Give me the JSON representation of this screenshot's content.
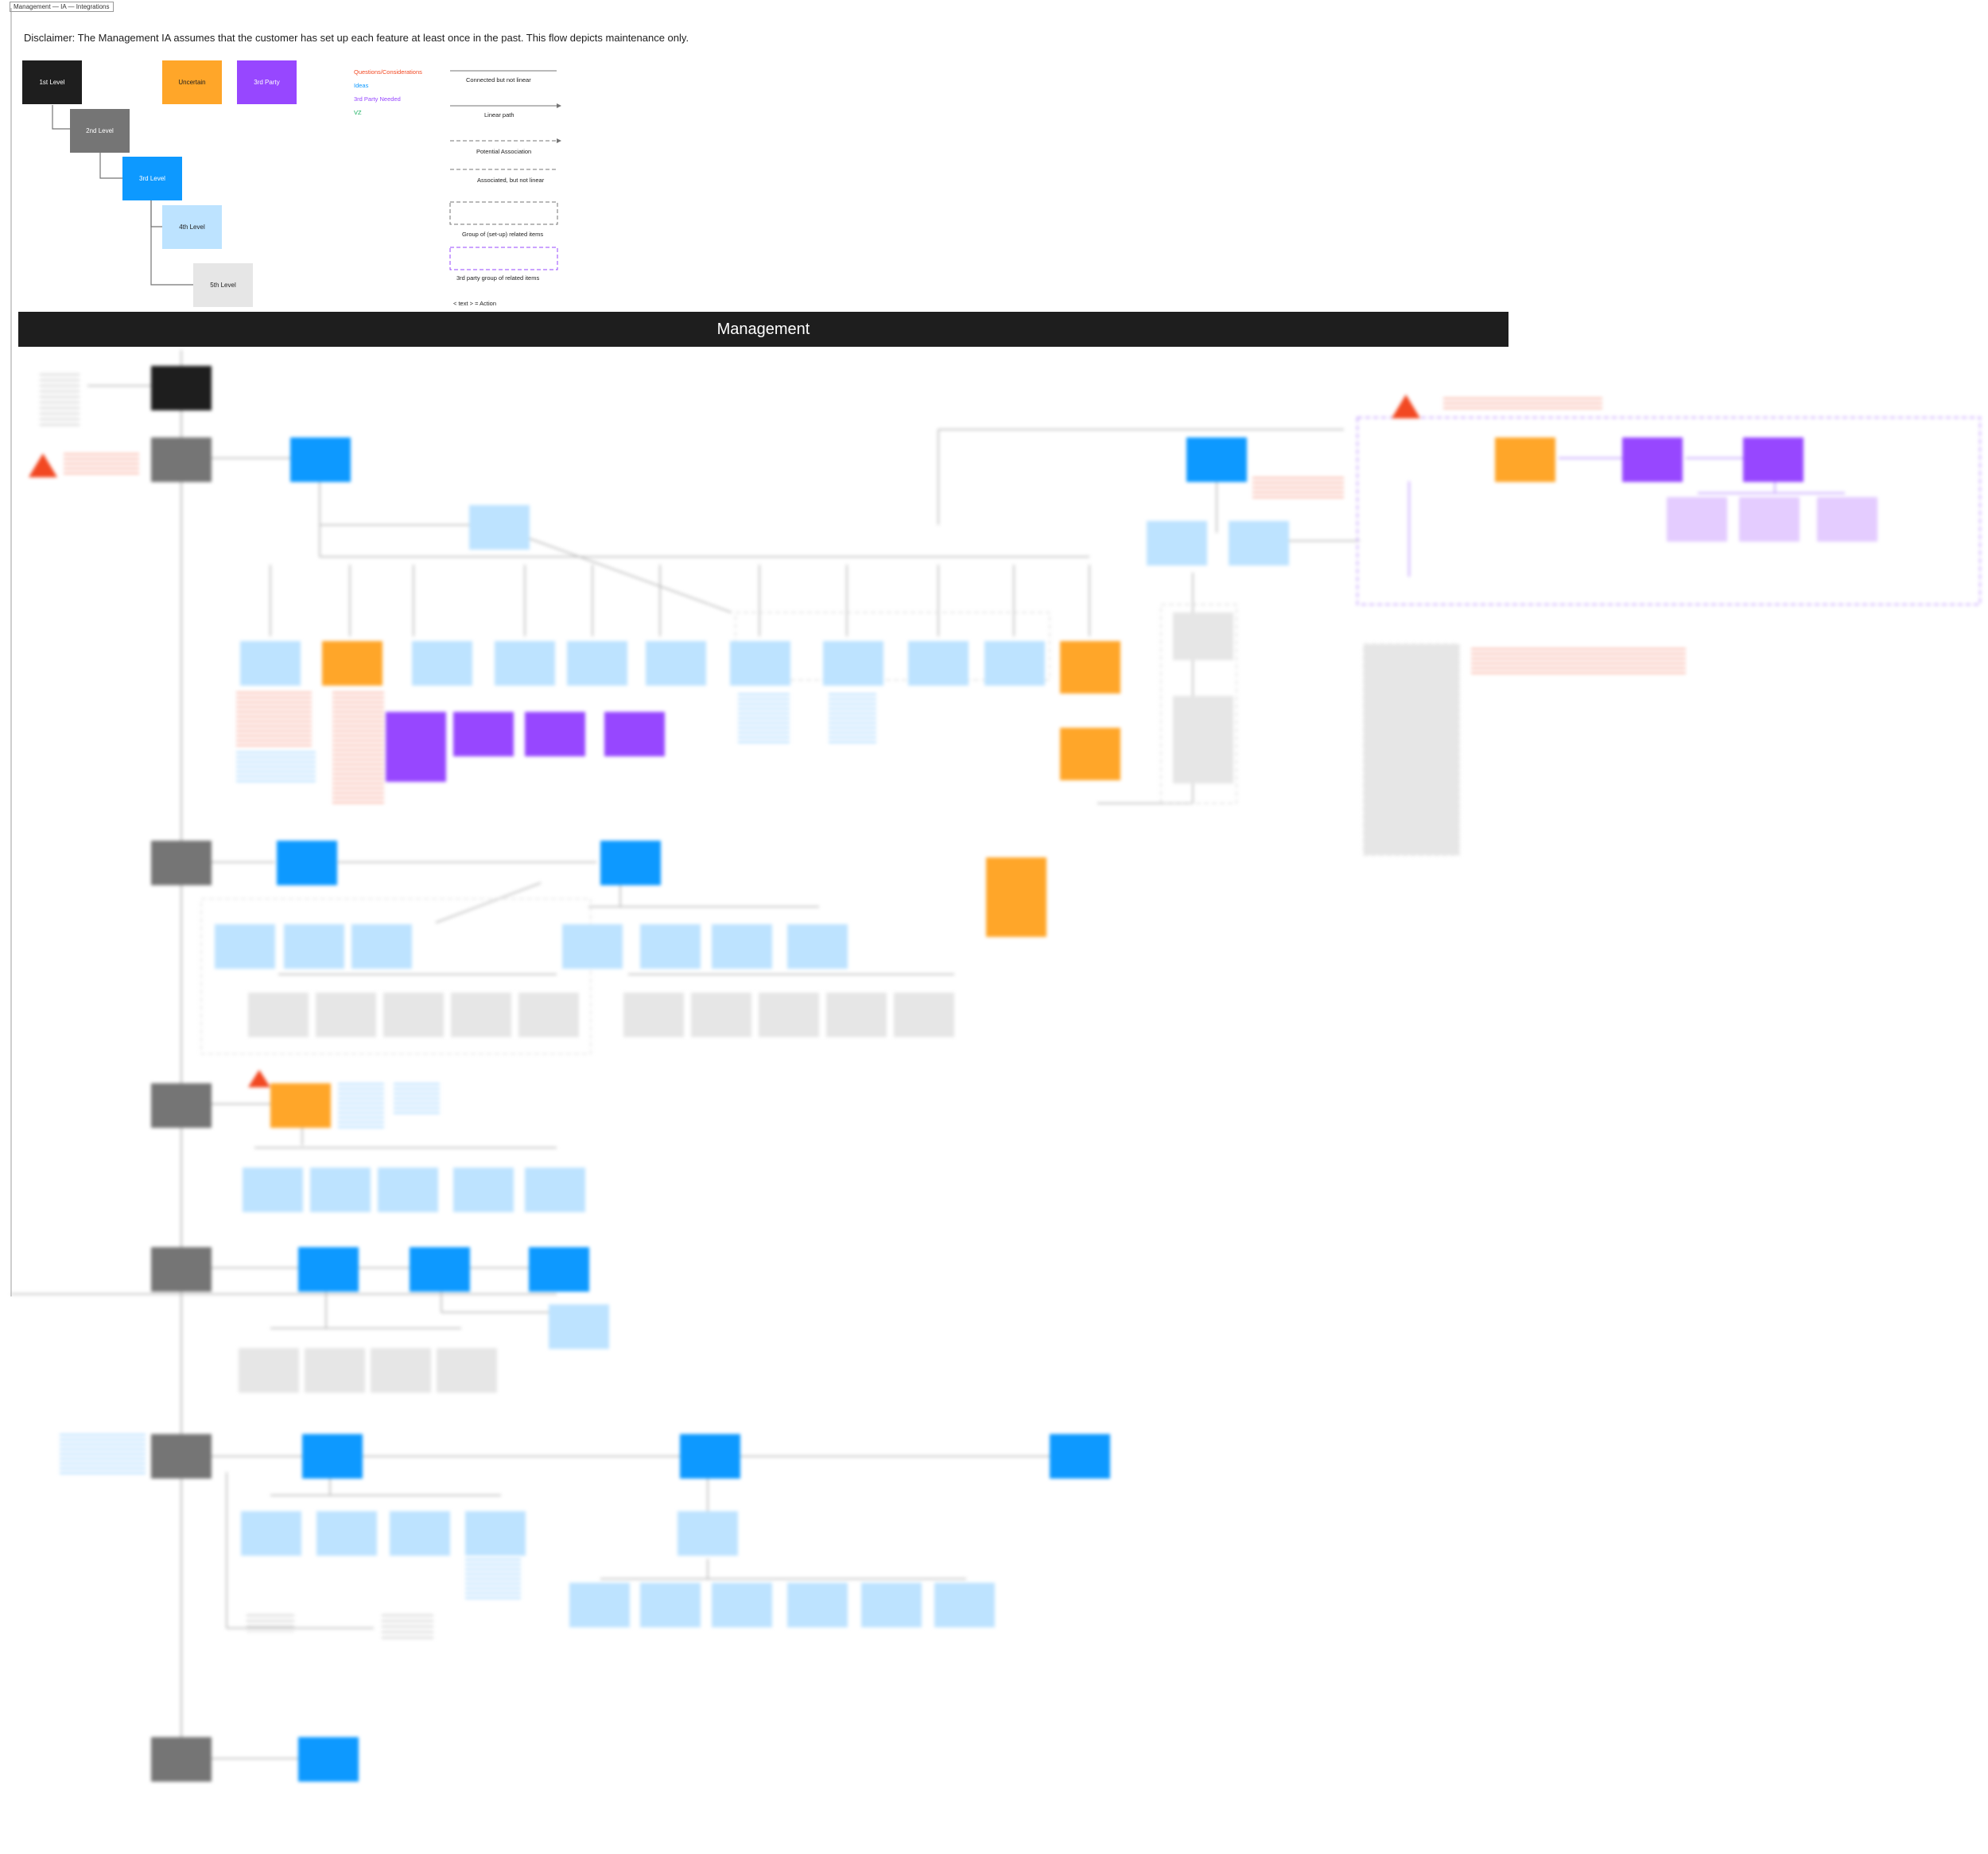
{
  "frame": {
    "tag": "Management — IA — Integrations"
  },
  "disclaimer": "Disclaimer: The Management IA assumes that the customer has set up each feature at least once in the past. This  flow depicts maintenance only.",
  "legend": {
    "levels": {
      "first": "1st Level",
      "second": "2nd Level",
      "third": "3rd Level",
      "fourth": "4th Level",
      "fifth": "5th Level"
    },
    "status": {
      "uncertain": "Uncertain",
      "third_party": "3rd Party"
    },
    "colors_key": {
      "questions": "Questions/Considerations",
      "ideas": "Ideas",
      "third_party_needed": "3rd Party Needed",
      "vz": "VZ"
    },
    "lines": {
      "connected": "Connected but not linear",
      "linear": "Linear path",
      "potential": "Potential Association",
      "associated": "Associated, but not linear",
      "group": "Group of (set-up) related items",
      "third_party_group": "3rd party group of  related items",
      "action": "< text > = Action"
    }
  },
  "banner": {
    "title": "Management"
  },
  "colors": {
    "level1": "#1e1e1e",
    "level2": "#757575",
    "level3": "#0d99ff",
    "level4": "#bde3ff",
    "level5": "#e6e6e6",
    "uncertain": "#ffa629",
    "third_party": "#9747ff",
    "question_red": "#f24822",
    "idea_blue": "#0d99ff",
    "vz_green": "#14ae5c"
  },
  "icons": {
    "warning": "warning-triangle-icon"
  }
}
